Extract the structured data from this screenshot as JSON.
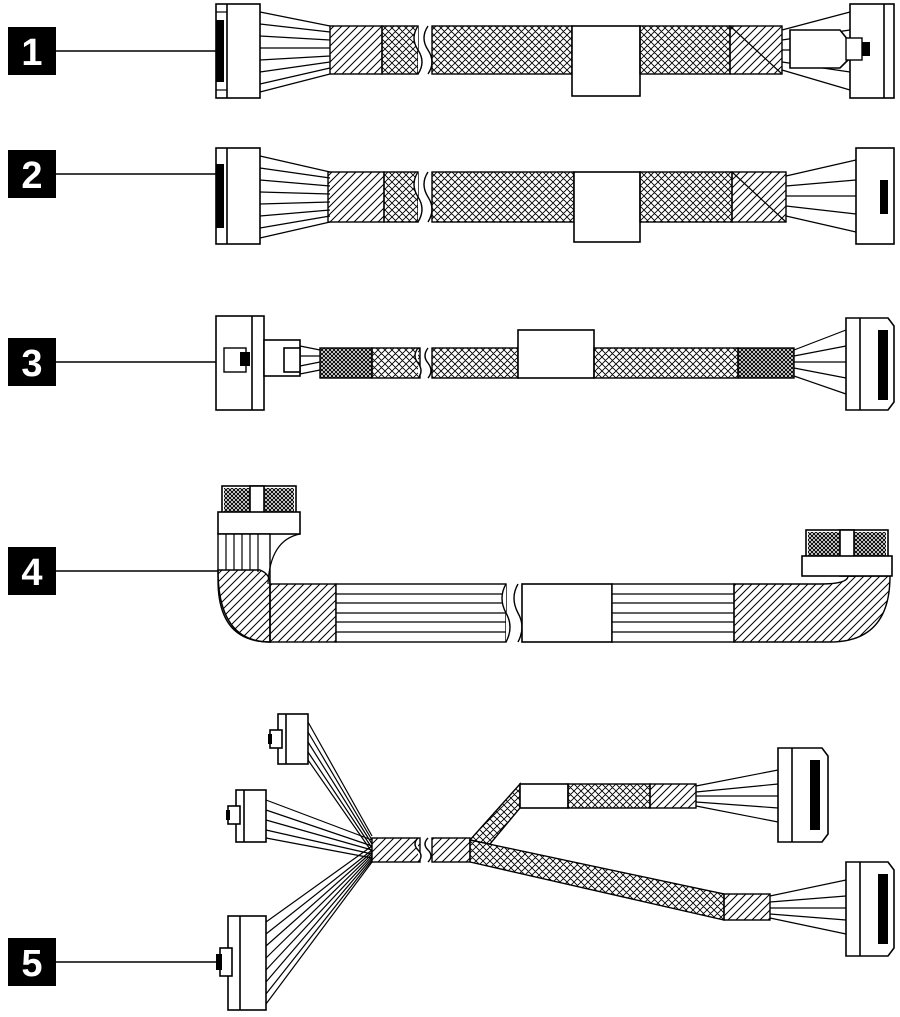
{
  "callouts": [
    {
      "label": "1"
    },
    {
      "label": "2"
    },
    {
      "label": "3"
    },
    {
      "label": "4"
    },
    {
      "label": "5"
    }
  ],
  "colors": {
    "ink": "#000000",
    "paper": "#ffffff"
  }
}
